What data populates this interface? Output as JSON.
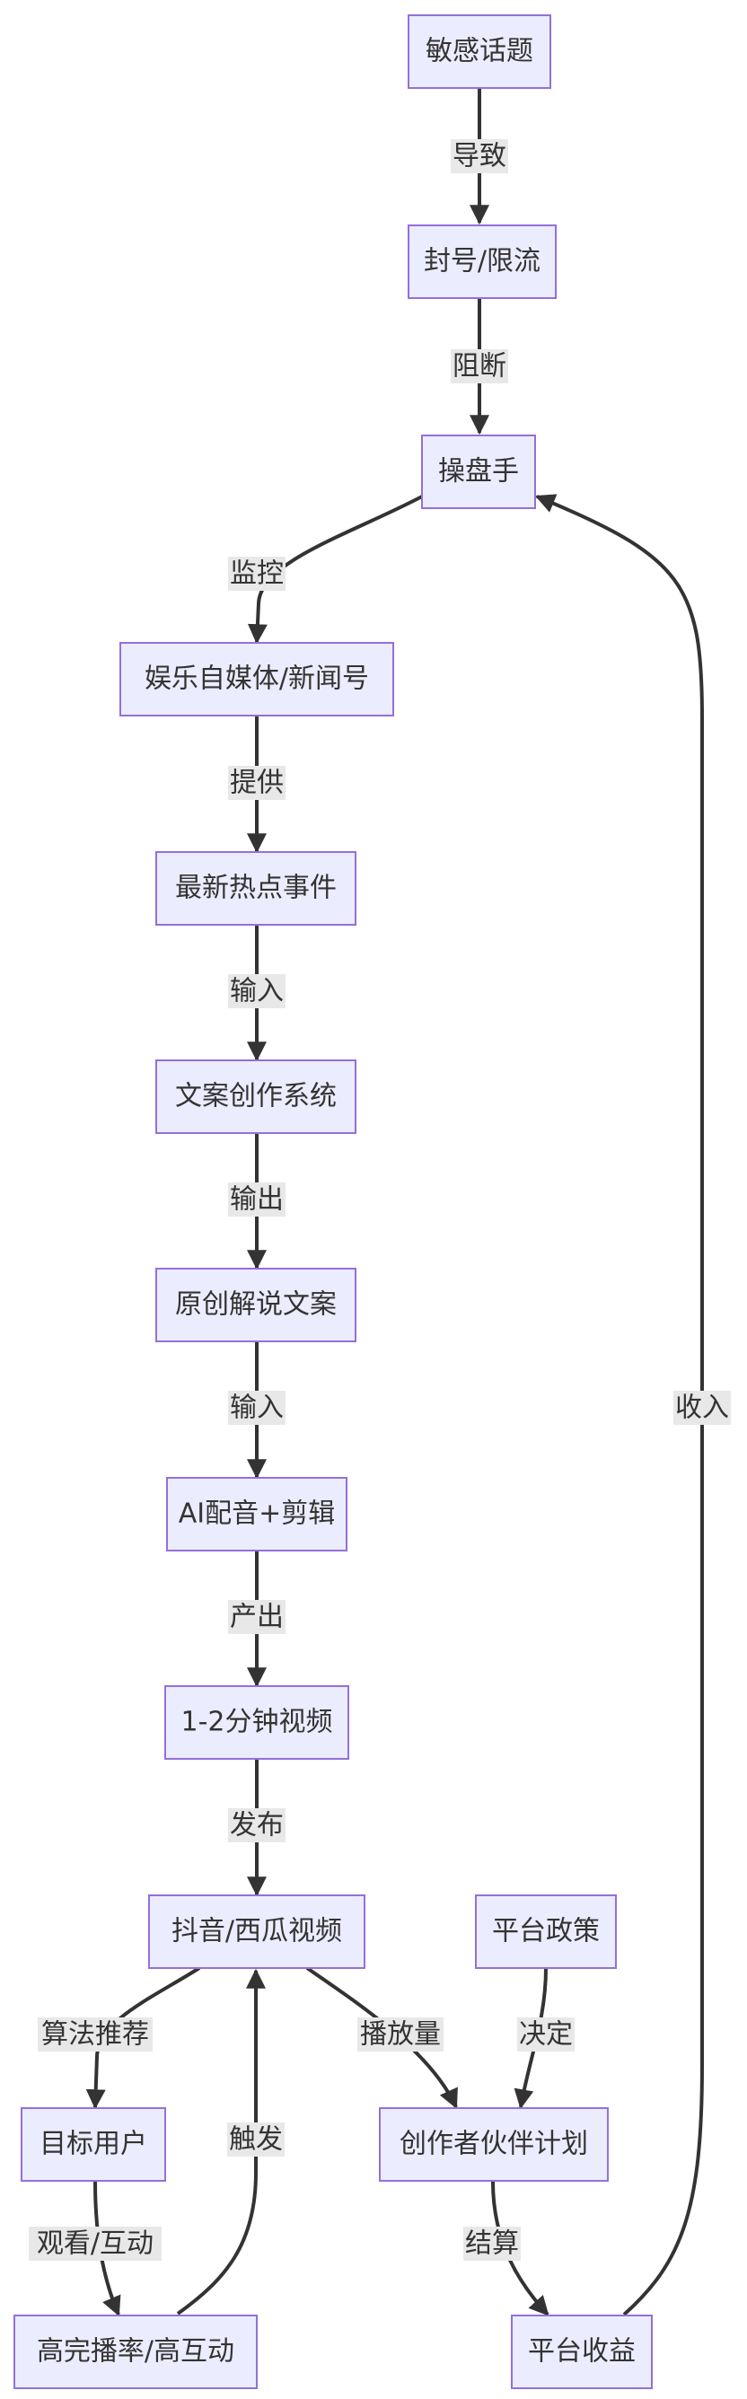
{
  "nodes": {
    "sensitive_topics": "敏感话题",
    "ban_limit": "封号/限流",
    "operator": "操盘手",
    "media_accounts": "娱乐自媒体/新闻号",
    "hot_events": "最新热点事件",
    "copywriting_system": "文案创作系统",
    "original_script": "原创解说文案",
    "ai_dub_edit": "AI配音+剪辑",
    "short_video": "1-2分钟视频",
    "douyin_xigua": "抖音/西瓜视频",
    "platform_policy": "平台政策",
    "target_users": "目标用户",
    "creator_program": "创作者伙伴计划",
    "high_engagement": "高完播率/高互动",
    "platform_revenue": "平台收益"
  },
  "edges": {
    "leads_to": "导致",
    "blocks": "阻断",
    "monitors": "监控",
    "provides": "提供",
    "input_1": "输入",
    "output": "输出",
    "input_2": "输入",
    "produces": "产出",
    "publish": "发布",
    "algo_recommend": "算法推荐",
    "play_count": "播放量",
    "decides": "决定",
    "watch_interact": "观看/互动",
    "triggers": "触发",
    "settle": "结算",
    "income": "收入"
  }
}
